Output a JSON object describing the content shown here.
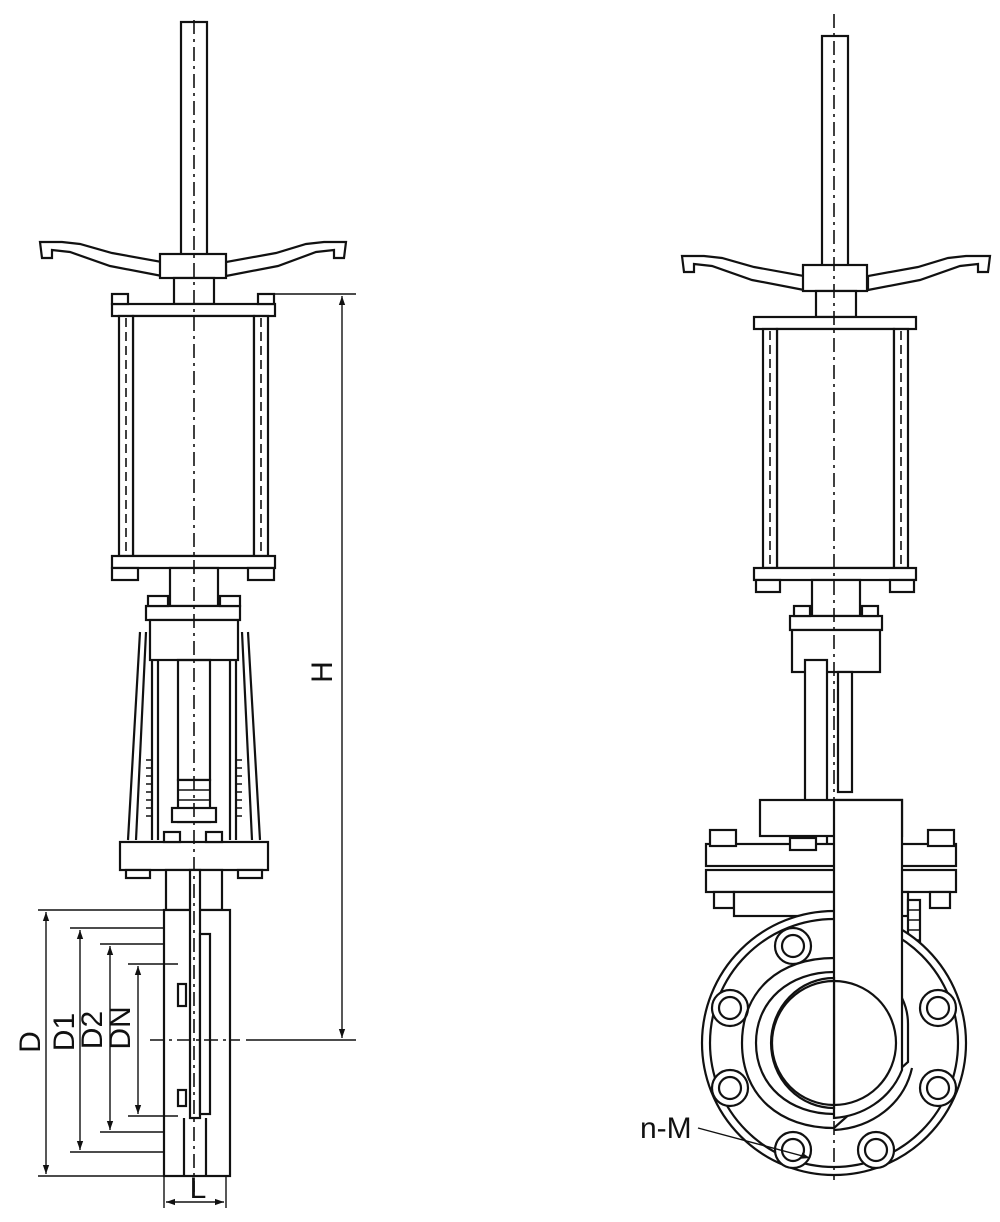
{
  "dimension_labels": {
    "H": "H",
    "D": "D",
    "D1": "D1",
    "D2": "D2",
    "DN": "DN",
    "L": "L",
    "n_M": "n-M"
  },
  "colors": {
    "line": "#111111",
    "background": "#ffffff"
  }
}
